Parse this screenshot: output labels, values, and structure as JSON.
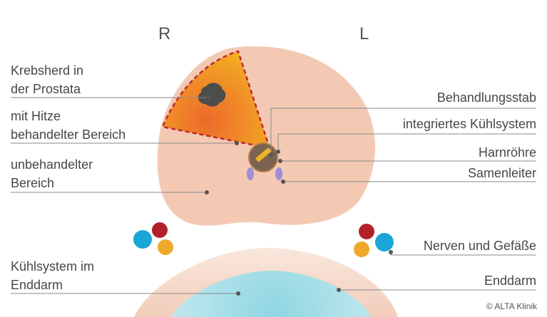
{
  "sides": {
    "right": "R",
    "left": "L"
  },
  "labels": {
    "krebsherd": [
      "Krebsherd in",
      "der Prostata"
    ],
    "hitze": [
      "mit Hitze",
      "behandelter Bereich"
    ],
    "unbehandelt": [
      "unbehandelter",
      "Bereich"
    ],
    "kuehlsystem_enddarm": [
      "Kühlsystem im",
      "Enddarm"
    ],
    "behandlungsstab": "Behandlungsstab",
    "kuehlsystem": "integriertes Kühlsystem",
    "harnroehre": "Harnröhre",
    "samenleiter": "Samenleiter",
    "nerven": "Nerven und Gefäße",
    "enddarm": "Enddarm"
  },
  "copyright": "© ALTA Klinik",
  "colors": {
    "prostate": "#f4c9b4",
    "heat_outer": "#f2c21c",
    "heat_inner": "#ec6a2a",
    "tumor": "#4d4d4d",
    "rectum": "#f6dcce",
    "cooling": "#b5e3ea",
    "nerve_red": "#b2202a",
    "nerve_blue": "#1aa6d6",
    "nerve_orange": "#f0a82a",
    "vas": "#9d8fd6",
    "probe": "#7a6350",
    "dash": "#c0282e"
  }
}
